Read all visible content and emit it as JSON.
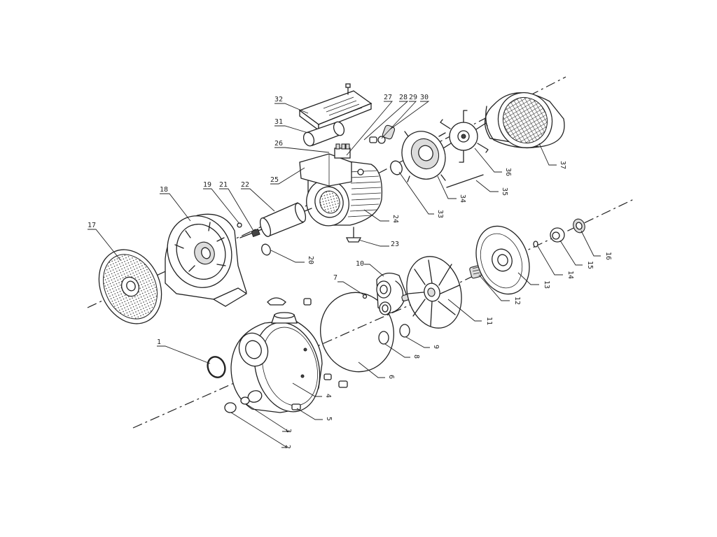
{
  "diagram": {
    "type": "exploded-parts-view",
    "parts": [
      {
        "id": "p1",
        "number": "1"
      },
      {
        "id": "p2",
        "number": "2"
      },
      {
        "id": "p3",
        "number": "3"
      },
      {
        "id": "p4",
        "number": "4"
      },
      {
        "id": "p5",
        "number": "5"
      },
      {
        "id": "p6",
        "number": "6"
      },
      {
        "id": "p7",
        "number": "7"
      },
      {
        "id": "p8",
        "number": "8"
      },
      {
        "id": "p9",
        "number": "9"
      },
      {
        "id": "p10",
        "number": "10"
      },
      {
        "id": "p11",
        "number": "11"
      },
      {
        "id": "p12",
        "number": "12"
      },
      {
        "id": "p13",
        "number": "13"
      },
      {
        "id": "p14",
        "number": "14"
      },
      {
        "id": "p15",
        "number": "15"
      },
      {
        "id": "p16",
        "number": "16"
      },
      {
        "id": "p17",
        "number": "17"
      },
      {
        "id": "p18",
        "number": "18"
      },
      {
        "id": "p19",
        "number": "19"
      },
      {
        "id": "p20",
        "number": "20"
      },
      {
        "id": "p21",
        "number": "21"
      },
      {
        "id": "p22",
        "number": "22"
      },
      {
        "id": "p23",
        "number": "23"
      },
      {
        "id": "p24",
        "number": "24"
      },
      {
        "id": "p25",
        "number": "25"
      },
      {
        "id": "p26",
        "number": "26"
      },
      {
        "id": "p27",
        "number": "27"
      },
      {
        "id": "p28",
        "number": "28"
      },
      {
        "id": "p29",
        "number": "29"
      },
      {
        "id": "p30",
        "number": "30"
      },
      {
        "id": "p31",
        "number": "31"
      },
      {
        "id": "p32",
        "number": "32"
      },
      {
        "id": "p33",
        "number": "33"
      },
      {
        "id": "p34",
        "number": "34"
      },
      {
        "id": "p35",
        "number": "35"
      },
      {
        "id": "p36",
        "number": "36"
      },
      {
        "id": "p37",
        "number": "37"
      }
    ]
  }
}
